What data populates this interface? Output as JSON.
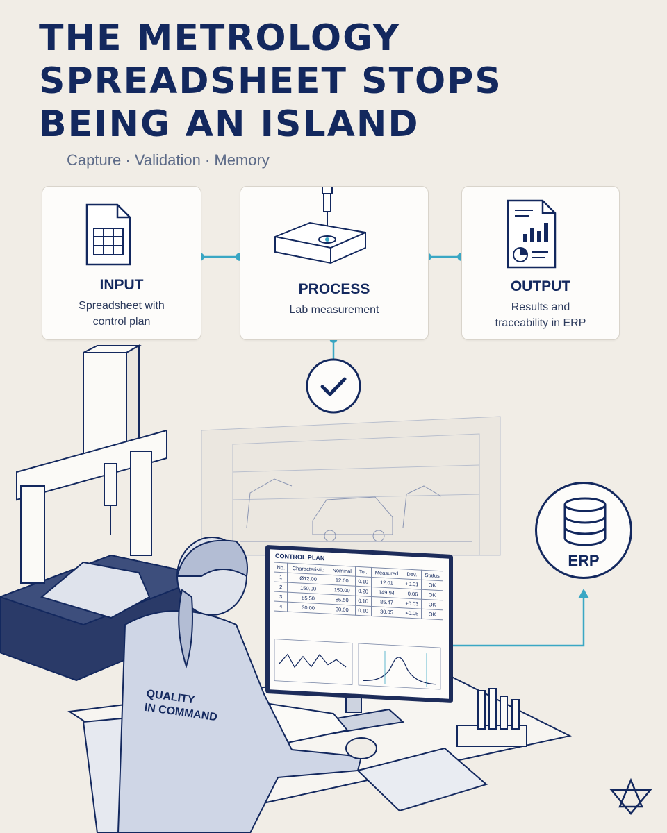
{
  "header": {
    "title_lines": [
      "THE METROLOGY",
      "SPREADSHEET STOPS",
      "BEING AN ISLAND"
    ],
    "subtitle": "Capture · Validation · Memory"
  },
  "flow": {
    "input": {
      "heading": "INPUT",
      "desc_lines": [
        "Spreadsheet with",
        "control plan"
      ],
      "icon": "spreadsheet-icon"
    },
    "process": {
      "heading": "PROCESS",
      "desc_lines": [
        "Lab measurement"
      ],
      "icon": "probe-part-icon"
    },
    "output": {
      "heading": "OUTPUT",
      "desc_lines": [
        "Results and",
        "traceability in ERP"
      ],
      "icon": "report-chart-icon"
    },
    "validation_icon": "checkmark-circle-icon"
  },
  "erp": {
    "label": "ERP",
    "icon": "database-icon"
  },
  "screen": {
    "title": "CONTROL PLAN",
    "columns": [
      "No.",
      "Characteristic",
      "Nominal",
      "Tol.",
      "Measured",
      "Dev.",
      "Status"
    ],
    "rows": [
      [
        "1",
        "Ø12.00",
        "12.00",
        "0.10",
        "12.01",
        "+0.01",
        "OK"
      ],
      [
        "2",
        "150.00",
        "150.00",
        "0.20",
        "149.94",
        "-0.06",
        "OK"
      ],
      [
        "3",
        "85.50",
        "85.50",
        "0.10",
        "85.47",
        "+0.03",
        "OK"
      ],
      [
        "4",
        "30.00",
        "30.00",
        "0.10",
        "30.05",
        "+0.05",
        "OK"
      ]
    ]
  },
  "operator": {
    "jacket_lines": [
      "QUALITY",
      "IN COMMAND"
    ]
  },
  "colors": {
    "navy": "#13285e",
    "accent": "#3aa7c4",
    "background": "#f1ede6"
  },
  "brand_icon": "flower-logo-icon"
}
